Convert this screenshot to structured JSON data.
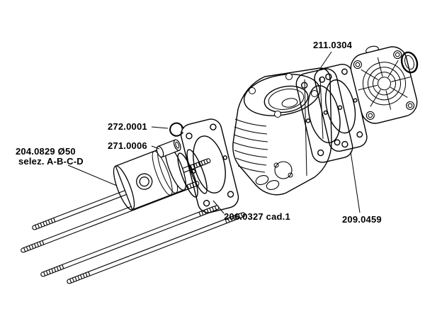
{
  "colors": {
    "background": "#ffffff",
    "line": "#000000",
    "text": "#000000"
  },
  "diagram": {
    "type": "exploded-parts-diagram",
    "subject": "cylinder-kit",
    "parts": [
      {
        "part": "head-gasket-outer",
        "label": "211.0304"
      },
      {
        "part": "circlip",
        "label": "272.0001"
      },
      {
        "part": "piston-pin",
        "label": "271.0006"
      },
      {
        "part": "piston-kit",
        "label": "204.0829 Ø50",
        "label2": "selez. A-B-C-D"
      },
      {
        "part": "cylinder-base-gasket",
        "label": "206.0327 cad.1"
      },
      {
        "part": "head-gasket-inner",
        "label": "209.0459"
      }
    ]
  }
}
